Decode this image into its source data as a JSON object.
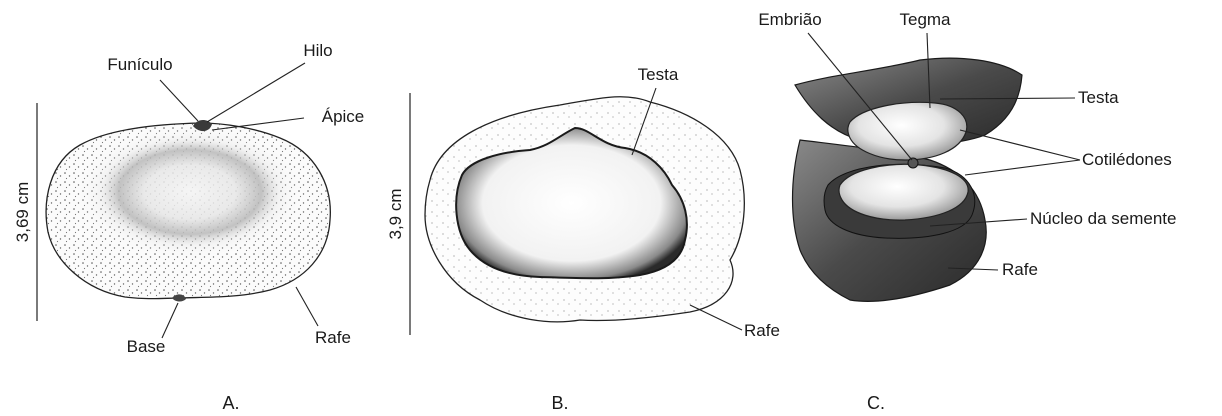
{
  "panel_a": {
    "letter": "A.",
    "scale_label": "3,69 cm",
    "labels": {
      "funiculo": "Funículo",
      "hilo": "Hilo",
      "apice": "Ápice",
      "base": "Base",
      "rafe": "Rafe"
    }
  },
  "panel_b": {
    "letter": "B.",
    "scale_label": "3,9 cm",
    "labels": {
      "testa": "Testa",
      "rafe": "Rafe"
    }
  },
  "panel_c": {
    "letter": "C.",
    "labels": {
      "embriao": "Embrião",
      "tegma": "Tegma",
      "testa": "Testa",
      "cotiledones": "Cotilédones",
      "nucleo": "Núcleo da semente",
      "rafe": "Rafe"
    }
  }
}
